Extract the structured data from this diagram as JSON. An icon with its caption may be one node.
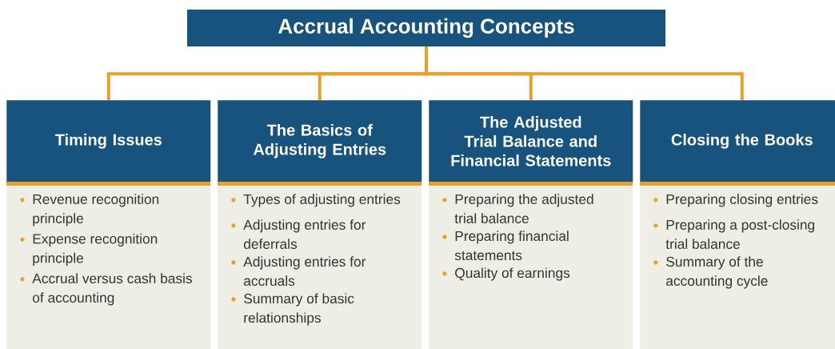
{
  "diagram": {
    "nodes": [
      {
        "text": [
          "Accrual Accounting Concepts"
        ]
      },
      {
        "text": [
          "Timing Issues"
        ]
      },
      {
        "text": [
          "The Basics of Adjusting Entries"
        ]
      },
      {
        "text": [
          "The Adjusted Trial Balance and Financial Statements"
        ]
      },
      {
        "text": [
          "Closing the Books"
        ]
      },
      {
        "text": [
          "Revenue recognition principle",
          "Expense recognition principle",
          "Accrual versus cash basis of accounting"
        ]
      },
      {
        "text": [
          "Types of adjusting entries",
          "Adjusting entries for deferrals",
          "Adjusting entries for accruals",
          "Summary of basic relationships"
        ]
      },
      {
        "text": [
          "Preparing the adjusted trial balance",
          "Preparing financial statements",
          "Quality of earnings"
        ]
      },
      {
        "text": [
          "Preparing closing entries",
          "Preparing a post-closing trial balance",
          "Summary of the accounting cycle"
        ]
      }
    ],
    "edges": [
      {
        "from": 0,
        "to": 1,
        "arrow": "none"
      },
      {
        "from": 0,
        "to": 2,
        "arrow": "none"
      },
      {
        "from": 0,
        "to": 3,
        "arrow": "none"
      },
      {
        "from": 0,
        "to": 4,
        "arrow": "none"
      }
    ]
  }
}
